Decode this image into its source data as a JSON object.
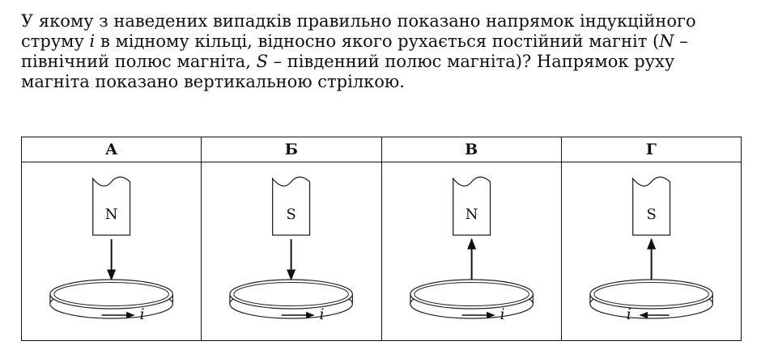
{
  "question": {
    "text_part1": "У якому з наведених випадків правильно показано напрямок індукційного струму ",
    "var_i": "i",
    "text_part2": " в мідному кільці, відносно якого рухається постійний магніт (",
    "var_n": "N",
    "text_part3": " – північний полюс магніта, ",
    "var_s": "S",
    "text_part4": " – південний полюс магніта)? Напрямок руху магніта показано вертикальною стрілкою."
  },
  "options": [
    {
      "label": "А",
      "magnet_pole": "N",
      "magnet_motion": "down",
      "current_direction": "right",
      "current_label": "i"
    },
    {
      "label": "Б",
      "magnet_pole": "S",
      "magnet_motion": "down",
      "current_direction": "right",
      "current_label": "i"
    },
    {
      "label": "В",
      "magnet_pole": "N",
      "magnet_motion": "up",
      "current_direction": "right",
      "current_label": "i"
    },
    {
      "label": "Г",
      "magnet_pole": "S",
      "magnet_motion": "up",
      "current_direction": "left",
      "current_label": "i"
    }
  ]
}
